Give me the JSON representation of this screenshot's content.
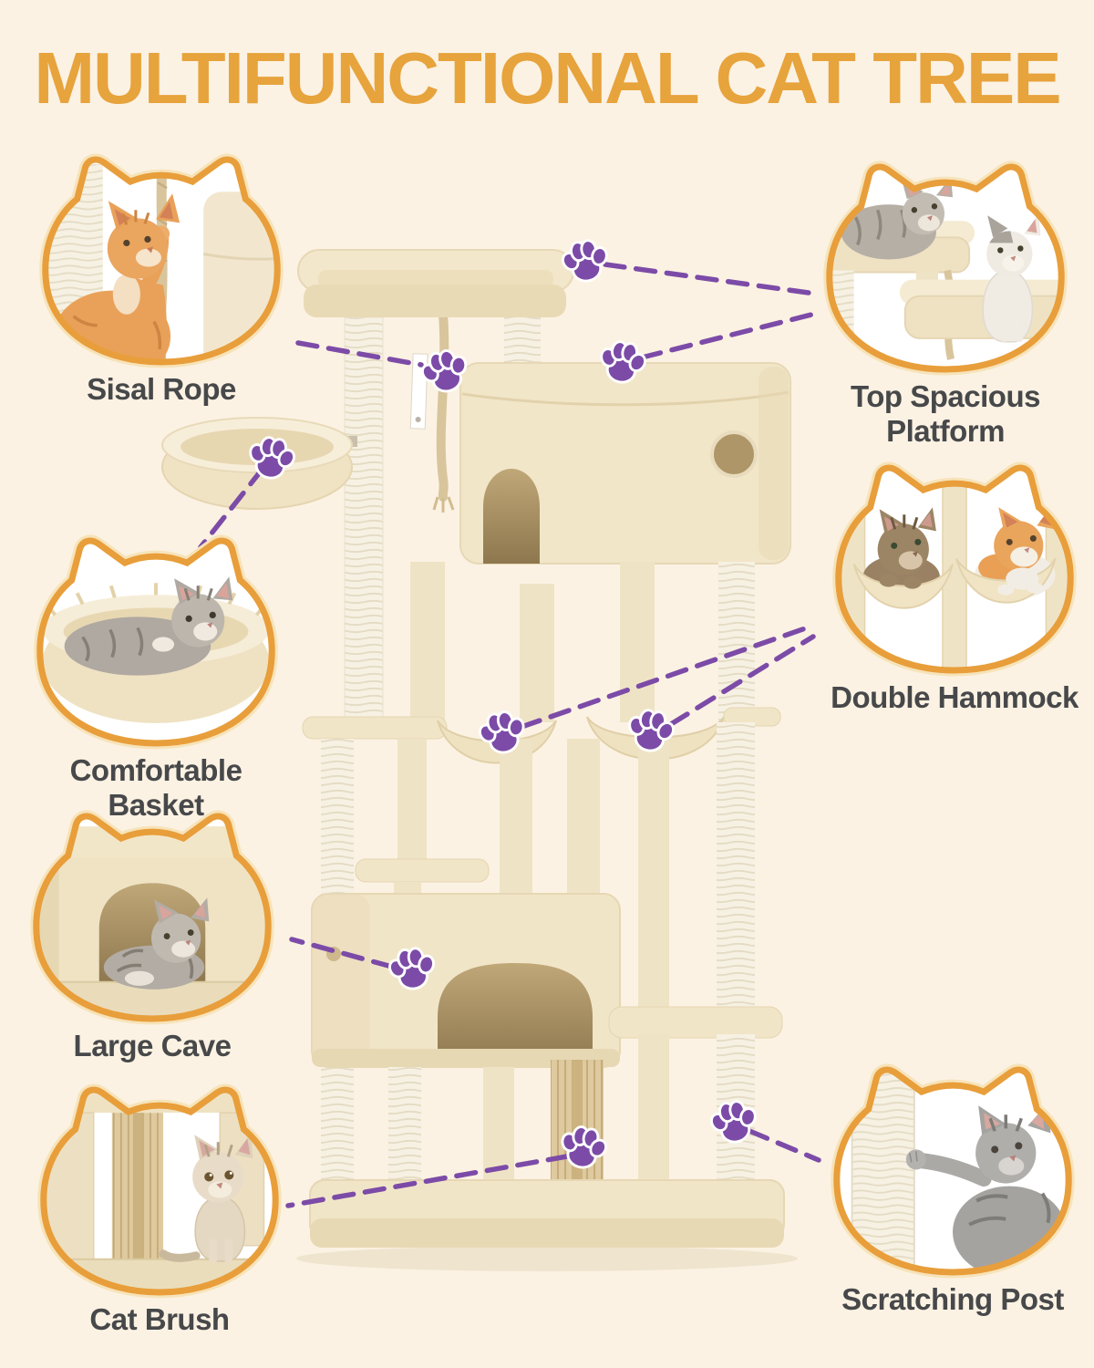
{
  "title": "MULTIFUNCTIONAL CAT TREE",
  "colors": {
    "background": "#FBF2E3",
    "title_orange": "#E7A33C",
    "frame_orange": "#E89E3A",
    "frame_halo": "#F7E3B9",
    "label_gray": "#47484A",
    "paw_purple": "#7C4BA7",
    "tree_plush_beige": "#F1E5C8",
    "tree_sisal_cream": "#F6F1E3"
  },
  "icons": {
    "connector": "paw-icon",
    "frame": "cat-head-frame"
  },
  "callouts": [
    {
      "id": "sisal-rope",
      "label": "Sisal Rope"
    },
    {
      "id": "top-spacious-platform",
      "label": "Top Spacious Platform"
    },
    {
      "id": "comfortable-basket",
      "label": "Comfortable Basket"
    },
    {
      "id": "double-hammock",
      "label": "Double Hammock"
    },
    {
      "id": "large-cave",
      "label": "Large Cave"
    },
    {
      "id": "cat-brush",
      "label": "Cat Brush"
    },
    {
      "id": "scratching-post",
      "label": "Scratching Post"
    }
  ]
}
